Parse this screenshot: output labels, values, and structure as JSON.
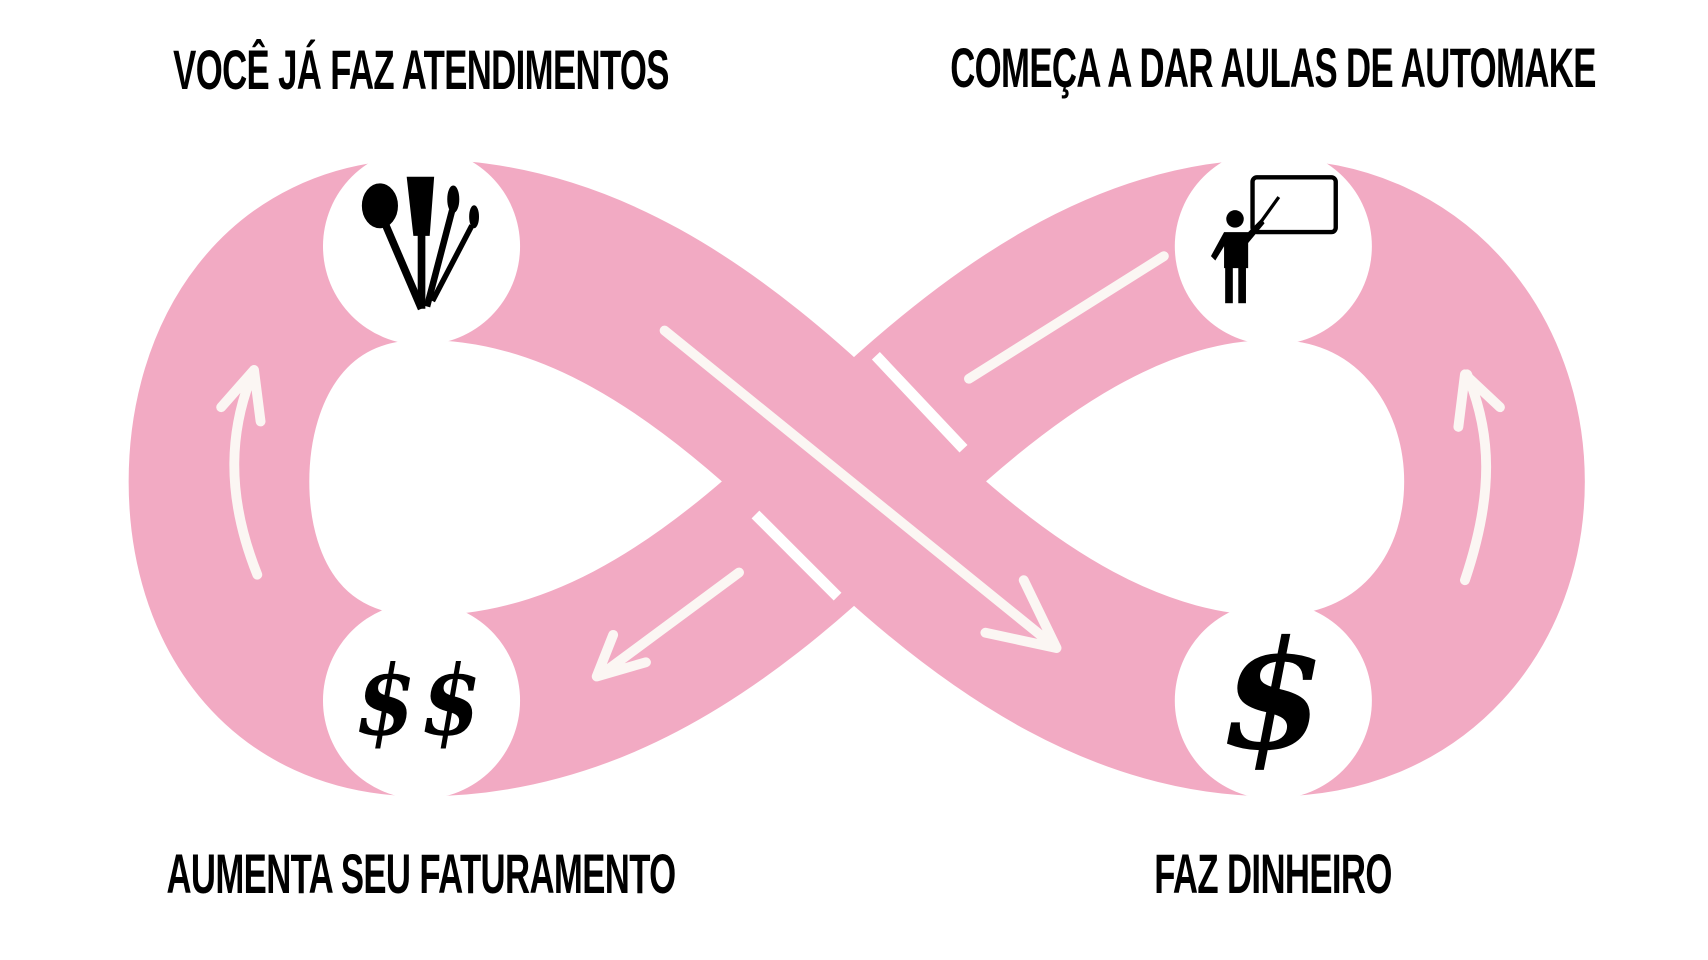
{
  "steps": [
    {
      "label": "VOCÊ JÁ FAZ ATENDIMENTOS",
      "icon": "makeup-brushes-icon"
    },
    {
      "label": "COMEÇA A DAR AULAS DE AUTOMAKE",
      "icon": "teacher-board-icon"
    },
    {
      "label": "FAZ DINHEIRO",
      "icon": "dollar-icon",
      "symbol": "$"
    },
    {
      "label": "AUMENTA SEU FATURAMENTO",
      "icon": "double-dollar-icon",
      "symbol": "$$"
    }
  ],
  "colors": {
    "loop": "#f2aac3",
    "hole": "#f7f5f4",
    "arrow": "#fbf6f3",
    "text": "#000000"
  }
}
